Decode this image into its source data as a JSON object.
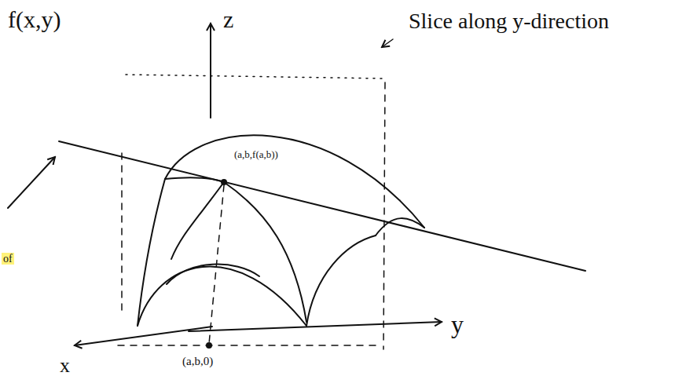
{
  "diagram": {
    "labels": [
      "f(x,y)",
      "z",
      "Slice along y-direction",
      "(a,b,f(a,b))",
      "(a,b,0)",
      "y",
      "x",
      "of"
    ]
  }
}
